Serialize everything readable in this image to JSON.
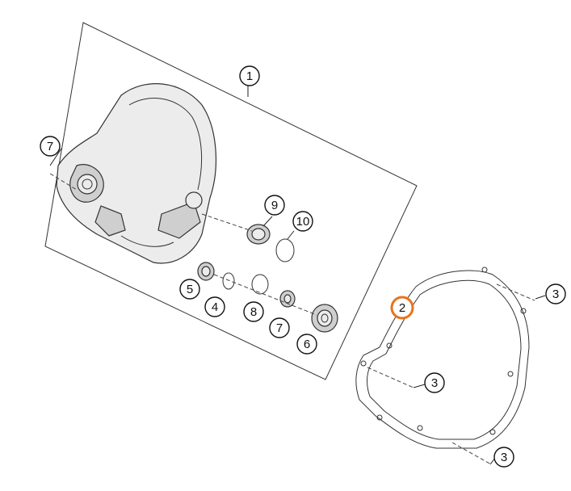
{
  "diagram": {
    "callouts": [
      {
        "id": "c1",
        "label": "1"
      },
      {
        "id": "c2",
        "label": "2",
        "highlight": true
      },
      {
        "id": "c3a",
        "label": "3"
      },
      {
        "id": "c3b",
        "label": "3"
      },
      {
        "id": "c3c",
        "label": "3"
      },
      {
        "id": "c4",
        "label": "4"
      },
      {
        "id": "c5",
        "label": "5"
      },
      {
        "id": "c6",
        "label": "6"
      },
      {
        "id": "c7a",
        "label": "7"
      },
      {
        "id": "c7b",
        "label": "7"
      },
      {
        "id": "c8",
        "label": "8"
      },
      {
        "id": "c9",
        "label": "9"
      },
      {
        "id": "c10",
        "label": "10"
      }
    ],
    "colors": {
      "highlight": "#e8731e",
      "line": "#111111"
    }
  }
}
